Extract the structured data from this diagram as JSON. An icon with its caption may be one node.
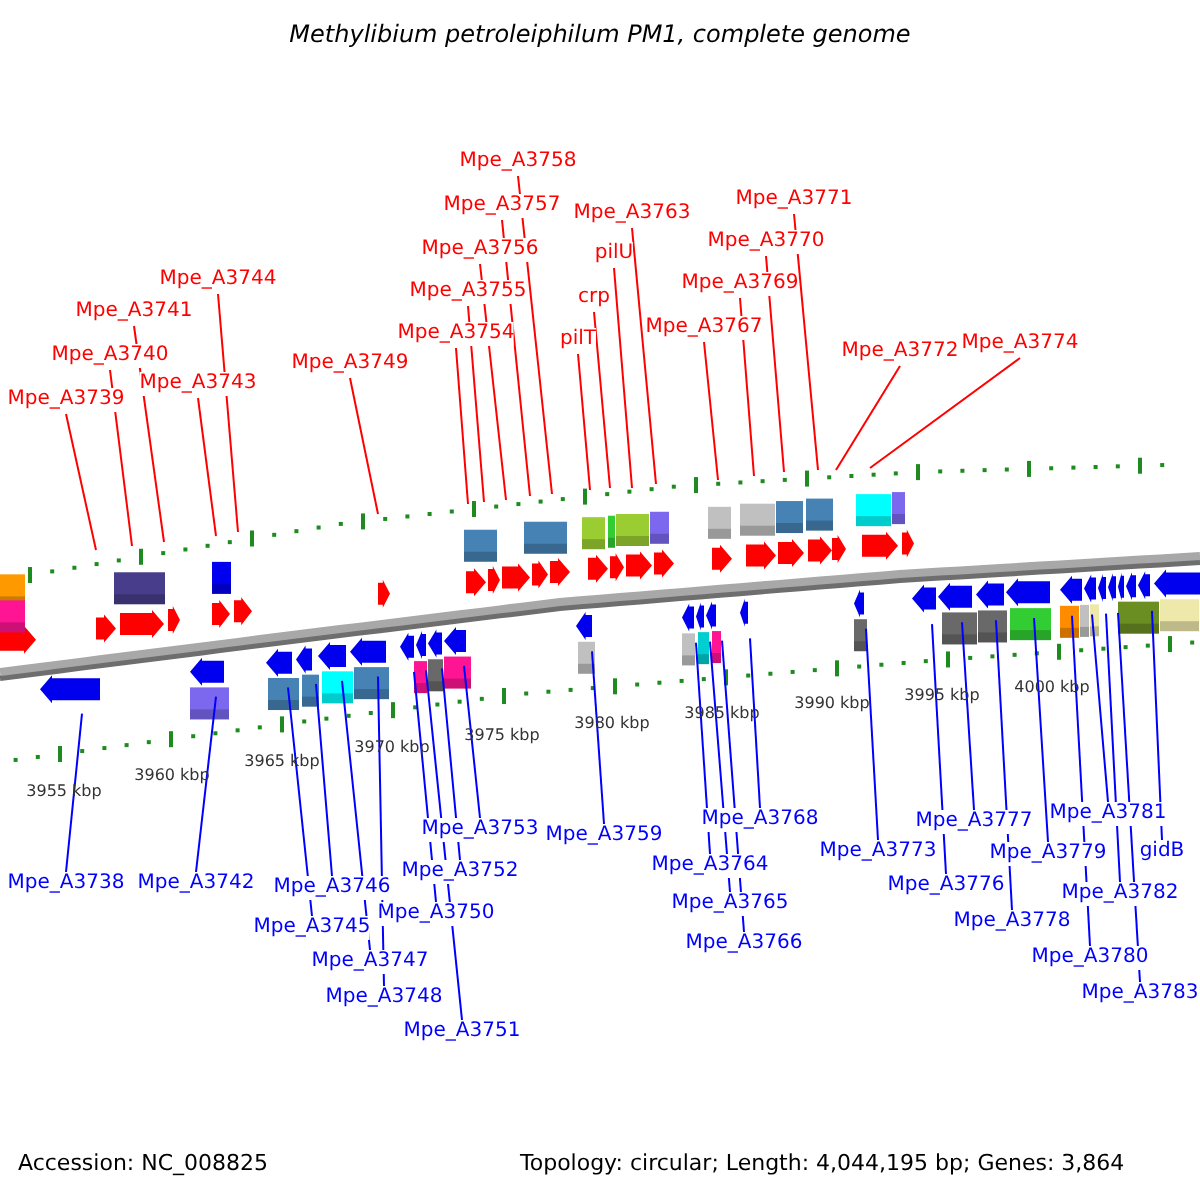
{
  "diagram": {
    "title": "Methylibium petroleiphilum PM1, complete genome",
    "nodes": [
      {
        "text": [
          "Mpe_A3739"
        ]
      },
      {
        "text": [
          "Mpe_A3740"
        ]
      },
      {
        "text": [
          "Mpe_A3741"
        ]
      },
      {
        "text": [
          "Mpe_A3743"
        ]
      },
      {
        "text": [
          "Mpe_A3744"
        ]
      },
      {
        "text": [
          "Mpe_A3749"
        ]
      },
      {
        "text": [
          "Mpe_A3754"
        ]
      },
      {
        "text": [
          "Mpe_A3755"
        ]
      },
      {
        "text": [
          "Mpe_A3756"
        ]
      },
      {
        "text": [
          "Mpe_A3757"
        ]
      },
      {
        "text": [
          "Mpe_A3758"
        ]
      },
      {
        "text": [
          "pilT"
        ]
      },
      {
        "text": [
          "crp"
        ]
      },
      {
        "text": [
          "pilU"
        ]
      },
      {
        "text": [
          "Mpe_A3763"
        ]
      },
      {
        "text": [
          "Mpe_A3767"
        ]
      },
      {
        "text": [
          "Mpe_A3769"
        ]
      },
      {
        "text": [
          "Mpe_A3770"
        ]
      },
      {
        "text": [
          "Mpe_A3771"
        ]
      },
      {
        "text": [
          "Mpe_A3772"
        ]
      },
      {
        "text": [
          "Mpe_A3774"
        ]
      },
      {
        "text": [
          "Mpe_A3738"
        ]
      },
      {
        "text": [
          "Mpe_A3742"
        ]
      },
      {
        "text": [
          "Mpe_A3745"
        ]
      },
      {
        "text": [
          "Mpe_A3746"
        ]
      },
      {
        "text": [
          "Mpe_A3747"
        ]
      },
      {
        "text": [
          "Mpe_A3748"
        ]
      },
      {
        "text": [
          "Mpe_A3750"
        ]
      },
      {
        "text": [
          "Mpe_A3751"
        ]
      },
      {
        "text": [
          "Mpe_A3752"
        ]
      },
      {
        "text": [
          "Mpe_A3753"
        ]
      },
      {
        "text": [
          "Mpe_A3759"
        ]
      },
      {
        "text": [
          "Mpe_A3764"
        ]
      },
      {
        "text": [
          "Mpe_A3765"
        ]
      },
      {
        "text": [
          "Mpe_A3766"
        ]
      },
      {
        "text": [
          "Mpe_A3768"
        ]
      },
      {
        "text": [
          "Mpe_A3773"
        ]
      },
      {
        "text": [
          "Mpe_A3776"
        ]
      },
      {
        "text": [
          "Mpe_A3777"
        ]
      },
      {
        "text": [
          "Mpe_A3778"
        ]
      },
      {
        "text": [
          "Mpe_A3779"
        ]
      },
      {
        "text": [
          "Mpe_A3780"
        ]
      },
      {
        "text": [
          "Mpe_A3781"
        ]
      },
      {
        "text": [
          "Mpe_A3782"
        ]
      },
      {
        "text": [
          "Mpe_A3783"
        ]
      },
      {
        "text": [
          "gidB"
        ]
      }
    ],
    "edges": [
      {
        "from": 0,
        "to": null,
        "arrow": "none",
        "color": "#ff0000"
      },
      {
        "from": 1,
        "to": null,
        "arrow": "none",
        "color": "#ff0000"
      },
      {
        "from": 2,
        "to": null,
        "arrow": "none",
        "color": "#ff0000"
      },
      {
        "from": 3,
        "to": null,
        "arrow": "none",
        "color": "#ff0000"
      },
      {
        "from": 4,
        "to": null,
        "arrow": "none",
        "color": "#ff0000"
      },
      {
        "from": 5,
        "to": null,
        "arrow": "none",
        "color": "#ff0000"
      },
      {
        "from": 6,
        "to": null,
        "arrow": "none",
        "color": "#ff0000"
      },
      {
        "from": 7,
        "to": null,
        "arrow": "none",
        "color": "#ff0000"
      },
      {
        "from": 8,
        "to": null,
        "arrow": "none",
        "color": "#ff0000"
      },
      {
        "from": 9,
        "to": null,
        "arrow": "none",
        "color": "#ff0000"
      },
      {
        "from": 10,
        "to": null,
        "arrow": "none",
        "color": "#ff0000"
      },
      {
        "from": 11,
        "to": null,
        "arrow": "none",
        "color": "#ff0000"
      },
      {
        "from": 12,
        "to": null,
        "arrow": "none",
        "color": "#ff0000"
      },
      {
        "from": 13,
        "to": null,
        "arrow": "none",
        "color": "#ff0000"
      },
      {
        "from": 14,
        "to": null,
        "arrow": "none",
        "color": "#ff0000"
      },
      {
        "from": 15,
        "to": null,
        "arrow": "none",
        "color": "#ff0000"
      },
      {
        "from": 16,
        "to": null,
        "arrow": "none",
        "color": "#ff0000"
      },
      {
        "from": 17,
        "to": null,
        "arrow": "none",
        "color": "#ff0000"
      },
      {
        "from": 18,
        "to": null,
        "arrow": "none",
        "color": "#ff0000"
      },
      {
        "from": 19,
        "to": null,
        "arrow": "none",
        "color": "#ff0000"
      },
      {
        "from": 20,
        "to": null,
        "arrow": "none",
        "color": "#ff0000"
      },
      {
        "from": 21,
        "to": null,
        "arrow": "none"
      },
      {
        "from": 22,
        "to": null,
        "arrow": "none"
      },
      {
        "from": 23,
        "to": null,
        "arrow": "none"
      },
      {
        "from": 24,
        "to": null,
        "arrow": "none"
      },
      {
        "from": 25,
        "to": null,
        "arrow": "none"
      },
      {
        "from": 26,
        "to": null,
        "arrow": "none"
      },
      {
        "from": 27,
        "to": null,
        "arrow": "none"
      },
      {
        "from": 28,
        "to": null,
        "arrow": "none"
      },
      {
        "from": 29,
        "to": null,
        "arrow": "none"
      },
      {
        "from": 30,
        "to": null,
        "arrow": "none"
      },
      {
        "from": 31,
        "to": null,
        "arrow": "none"
      },
      {
        "from": 32,
        "to": null,
        "arrow": "none"
      },
      {
        "from": 33,
        "to": null,
        "arrow": "none"
      },
      {
        "from": 34,
        "to": null,
        "arrow": "none"
      },
      {
        "from": 35,
        "to": null,
        "arrow": "none"
      },
      {
        "from": 36,
        "to": null,
        "arrow": "none"
      },
      {
        "from": 37,
        "to": null,
        "arrow": "none"
      },
      {
        "from": 38,
        "to": null,
        "arrow": "none"
      },
      {
        "from": 39,
        "to": null,
        "arrow": "none"
      },
      {
        "from": 40,
        "to": null,
        "arrow": "none"
      },
      {
        "from": 41,
        "to": null,
        "arrow": "none"
      },
      {
        "from": 42,
        "to": null,
        "arrow": "none"
      },
      {
        "from": 43,
        "to": null,
        "arrow": "none"
      },
      {
        "from": 44,
        "to": null,
        "arrow": "none"
      },
      {
        "from": 45,
        "to": null,
        "arrow": "none"
      }
    ],
    "labels": [
      "3955 kbp",
      "3960 kbp",
      "3965 kbp",
      "3970 kbp",
      "3975 kbp",
      "3980 kbp",
      "3985 kbp",
      "3990 kbp",
      "3995 kbp",
      "4000 kbp",
      "Accession: NC_008825",
      "Topology: circular; Length: 4,044,195 bp; Genes: 3,864"
    ]
  }
}
